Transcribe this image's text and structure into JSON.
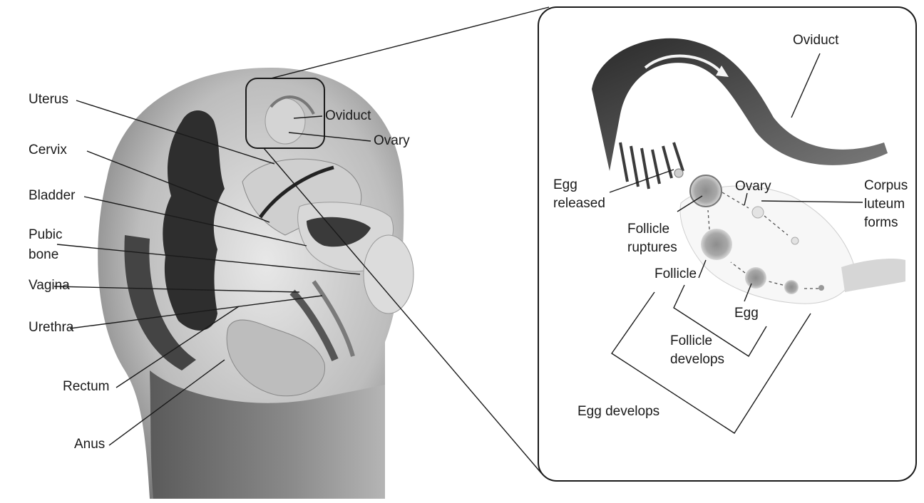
{
  "anatomy_labels": {
    "uterus": "Uterus",
    "cervix": "Cervix",
    "bladder": "Bladder",
    "pubic_bone_line1": "Pubic",
    "pubic_bone_line2": "bone",
    "vagina": "Vagina",
    "urethra": "Urethra",
    "rectum": "Rectum",
    "anus": "Anus",
    "oviduct": "Oviduct",
    "ovary": "Ovary"
  },
  "inset_labels": {
    "oviduct": "Oviduct",
    "ovary": "Ovary",
    "egg_released_line1": "Egg",
    "egg_released_line2": "released",
    "corpus_luteum_line1": "Corpus",
    "corpus_luteum_line2": "luteum",
    "corpus_luteum_line3": "forms",
    "follicle_ruptures_line1": "Follicle",
    "follicle_ruptures_line2": "ruptures",
    "follicle": "Follicle",
    "egg": "Egg",
    "follicle_develops_line1": "Follicle",
    "follicle_develops_line2": "develops",
    "egg_develops": "Egg develops"
  }
}
